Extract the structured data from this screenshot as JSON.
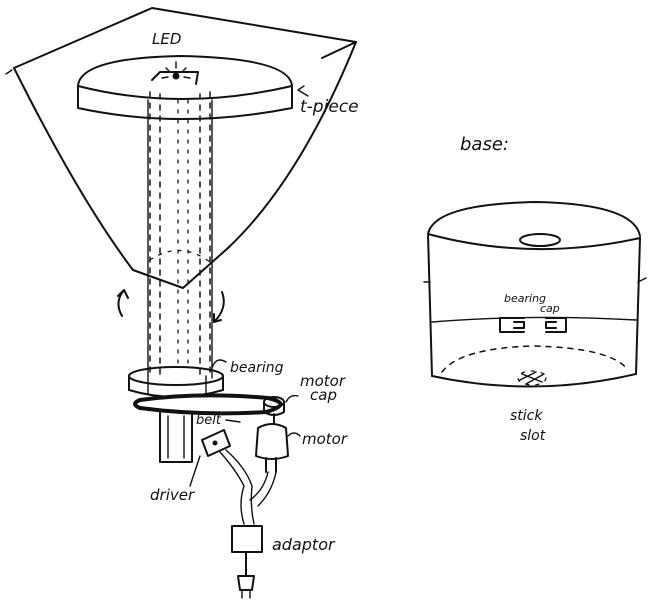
{
  "lamp": {
    "led_label": "LED",
    "tpiece_label": "t-piece",
    "bearing_label": "bearing",
    "motor_cap_label_1": "motor",
    "motor_cap_label_2": "cap",
    "belt_label": "belt",
    "motor_label": "motor",
    "driver_label": "driver",
    "adaptor_label": "adaptor"
  },
  "base": {
    "title": "base:",
    "bearing_cap_label_1": "bearing",
    "bearing_cap_label_2": "cap",
    "stick_slot_label_1": "stick",
    "stick_slot_label_2": "slot"
  }
}
